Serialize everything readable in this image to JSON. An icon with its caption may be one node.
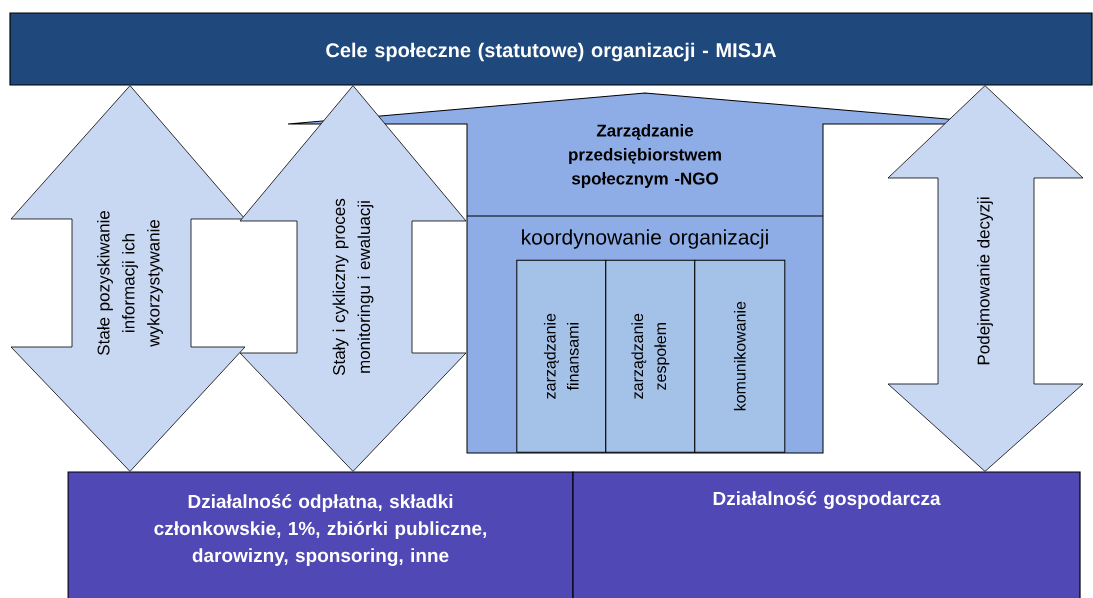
{
  "diagram": {
    "nodes": [
      {
        "text": [
          "Cele społeczne (statutowe) organizacji - MISJA"
        ]
      },
      {
        "text": [
          "Zarządzanie przedsiębiorstwem społecznym -NGO",
          "koordynowanie organizacji"
        ]
      },
      {
        "text": [
          "zarządzanie finansami"
        ],
        "in": 1
      },
      {
        "text": [
          "zarządzanie zespołem"
        ],
        "in": 1
      },
      {
        "text": [
          "komunikowanie"
        ],
        "in": 1
      },
      {
        "text": [
          "Działalność odpłatna, składki członkowskie, 1%, zbiórki publiczne, darowizny, sponsoring, inne"
        ]
      },
      {
        "text": [
          "Działalność gospodarcza"
        ]
      }
    ],
    "edges": [
      {
        "from": 0,
        "to": 5,
        "arrow": "both",
        "label": "Stałe pozyskiwanie informacji ich wykorzystywanie"
      },
      {
        "from": 0,
        "to": 5,
        "arrow": "both",
        "label": "Stały i cykliczny proces monitoringu i ewaluacji"
      },
      {
        "from": 0,
        "to": 6,
        "arrow": "both",
        "label": "Podejmowanie decyzji"
      }
    ]
  }
}
